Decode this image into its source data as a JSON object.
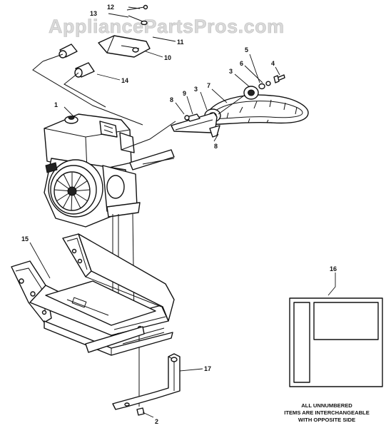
{
  "watermark": "AppliancePartsPros.com",
  "callouts": {
    "c1": "1",
    "c2": "2",
    "c3a": "3",
    "c3b": "3",
    "c4": "4",
    "c5": "5",
    "c6": "6",
    "c7": "7",
    "c8a": "8",
    "c8b": "8",
    "c9": "9",
    "c10": "10",
    "c11": "11",
    "c12": "12",
    "c13": "13",
    "c14": "14",
    "c15": "15",
    "c16": "16",
    "c17": "17"
  },
  "note": {
    "line1": "ALL UNNUMBERED",
    "line2": "ITEMS ARE INTERCHANGEABLE",
    "line3": "WITH OPPOSITE SIDE"
  }
}
